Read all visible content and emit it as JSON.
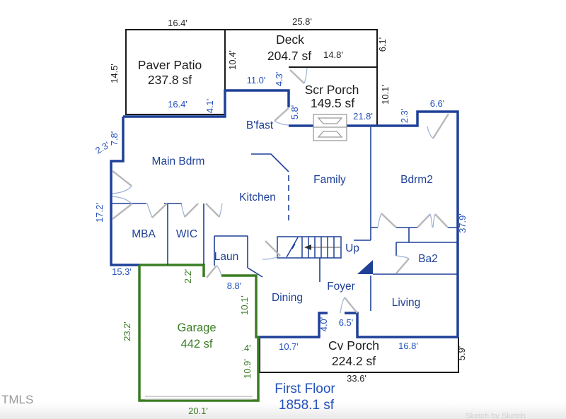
{
  "plan": {
    "colors": {
      "wall_blue": "#1e4097",
      "wall_green": "#3a7d23",
      "wall_black": "#1a1a1a",
      "dim_blue": "#2351bd",
      "door_gray": "#b8b8b8",
      "watermark_gray": "#9a9a9a"
    },
    "rooms": {
      "paver_patio": {
        "name": "Paver Patio",
        "area": "237.8 sf"
      },
      "deck": {
        "name": "Deck",
        "area": "204.7 sf"
      },
      "scr_porch": {
        "name": "Scr Porch",
        "area": "149.5 sf"
      },
      "bfast": {
        "name": "B'fast"
      },
      "main_bdrm": {
        "name": "Main Bdrm"
      },
      "kitchen": {
        "name": "Kitchen"
      },
      "family": {
        "name": "Family"
      },
      "bdrm2": {
        "name": "Bdrm2"
      },
      "mba": {
        "name": "MBA"
      },
      "wic": {
        "name": "WIC"
      },
      "laun": {
        "name": "Laun"
      },
      "dining": {
        "name": "Dining"
      },
      "foyer": {
        "name": "Foyer"
      },
      "living": {
        "name": "Living"
      },
      "ba2": {
        "name": "Ba2"
      },
      "garage": {
        "name": "Garage",
        "area": "442 sf"
      },
      "cv_porch": {
        "name": "Cv Porch",
        "area": "224.2 sf"
      }
    },
    "stairs_label": "Up",
    "title": {
      "line1": "First Floor",
      "line2": "1858.1 sf"
    },
    "watermark": "TMLS",
    "watermark2": "Sketch by   Sketch",
    "dims": {
      "patio_top": "16.4'",
      "deck_top": "25.8'",
      "patio_left": "14.5'",
      "deck_left": "10.4'",
      "deck_right": "6.1'",
      "scr_top": "14.8'",
      "scr_right": "10.1'",
      "cv_bottom": "33.6'",
      "cv_right": "5.9'",
      "patio_bottom": "16.4'",
      "patio_right_v": "4.1'",
      "bfast_top": "11.0'",
      "bfast_right": "4.3'",
      "scr_door": "5.8'",
      "scr_bottom": "21.8'",
      "wing_jog": "2.3'",
      "wing_top": "6.6'",
      "right_wall": "37.9'",
      "left_jog_v": "7.8'",
      "left_jog_h": "2.3'",
      "left_wall": "17.2'",
      "mba_bottom": "15.3'",
      "laun_bottom": "8.8'",
      "dining_bottom": "10.7'",
      "entry_v": "4.0'",
      "entry_w": "6.5'",
      "living_bottom": "16.8'",
      "garage_left": "23.2'",
      "garage_bottom": "20.1'",
      "garage_jog": "2.2'",
      "garage_right_upper": "10.1'",
      "garage_jog2": ".4'",
      "garage_right_lower": "10.9'"
    }
  }
}
